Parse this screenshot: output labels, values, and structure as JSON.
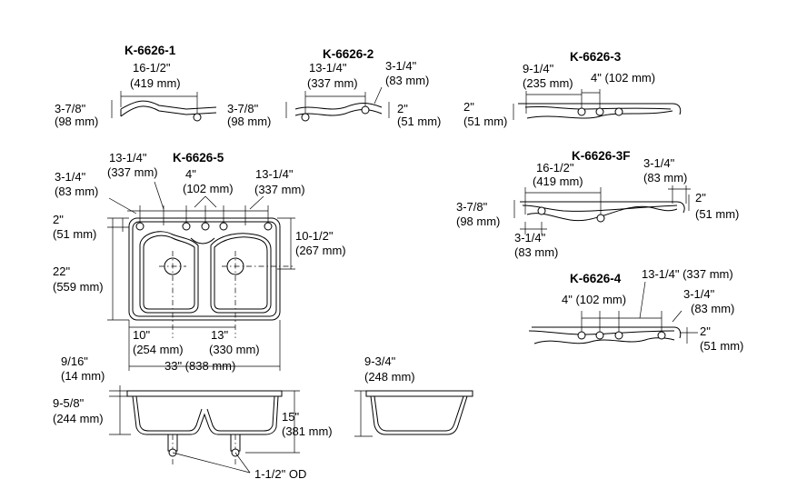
{
  "models": {
    "k6626_1": "K-6626-1",
    "k6626_2": "K-6626-2",
    "k6626_3": "K-6626-3",
    "k6626_5": "K-6626-5",
    "k6626_3f": "K-6626-3F",
    "k6626_4": "K-6626-4"
  },
  "dims": {
    "d1": {
      "w_in": "16-1/2\"",
      "w_mm": "(419 mm)",
      "h_in": "3-7/8\"",
      "h_mm": "(98 mm)"
    },
    "d2": {
      "w_in": "13-1/4\"",
      "w_mm": "(337 mm)",
      "s_in": "3-1/4\"",
      "s_mm": "(83 mm)",
      "h_in": "3-7/8\"",
      "h_mm": "(98 mm)",
      "r_in": "2\"",
      "r_mm": "(51 mm)"
    },
    "d3": {
      "w_in": "9-1/4\"",
      "w_mm": "(235 mm)",
      "s": "4\" (102 mm)",
      "h_in": "2\"",
      "h_mm": "(51 mm)"
    },
    "d5": {
      "a_in": "13-1/4\"",
      "a_mm": "(337 mm)",
      "b_in": "3-1/4\"",
      "b_mm": "(83 mm)",
      "c_in": "4\"",
      "c_mm": "(102 mm)",
      "d_in": "13-1/4\"",
      "d_mm": "(337 mm)",
      "e_in": "2\"",
      "e_mm": "(51 mm)",
      "f_in": "10-1/2\"",
      "f_mm": "(267 mm)",
      "g_in": "22\"",
      "g_mm": "(559 mm)",
      "h_in": "10\"",
      "h_mm": "(254 mm)",
      "i_in": "13\"",
      "i_mm": "(330 mm)",
      "total": "33\" (838 mm)"
    },
    "d3f": {
      "w_in": "16-1/2\"",
      "w_mm": "(419 mm)",
      "s_in": "3-1/4\"",
      "s_mm": "(83 mm)",
      "h_in": "3-7/8\"",
      "h_mm": "(98 mm)",
      "r_in": "2\"",
      "r_mm": "(51 mm)",
      "b_in": "3-1/4\"",
      "b_mm": "(83 mm)"
    },
    "d4": {
      "a": "13-1/4\" (337 mm)",
      "s": "4\" (102 mm)",
      "b_in": "3-1/4\"",
      "b_mm": "(83 mm)",
      "r_in": "2\"",
      "r_mm": "(51 mm)"
    },
    "side": {
      "rim_in": "9/16\"",
      "rim_mm": "(14 mm)",
      "depth_in": "9-5/8\"",
      "depth_mm": "(244 mm)",
      "full_in": "15\"",
      "full_mm": "(381 mm)",
      "end_in": "9-3/4\"",
      "end_mm": "(248 mm)",
      "drain": "1-1/2\" OD"
    }
  }
}
